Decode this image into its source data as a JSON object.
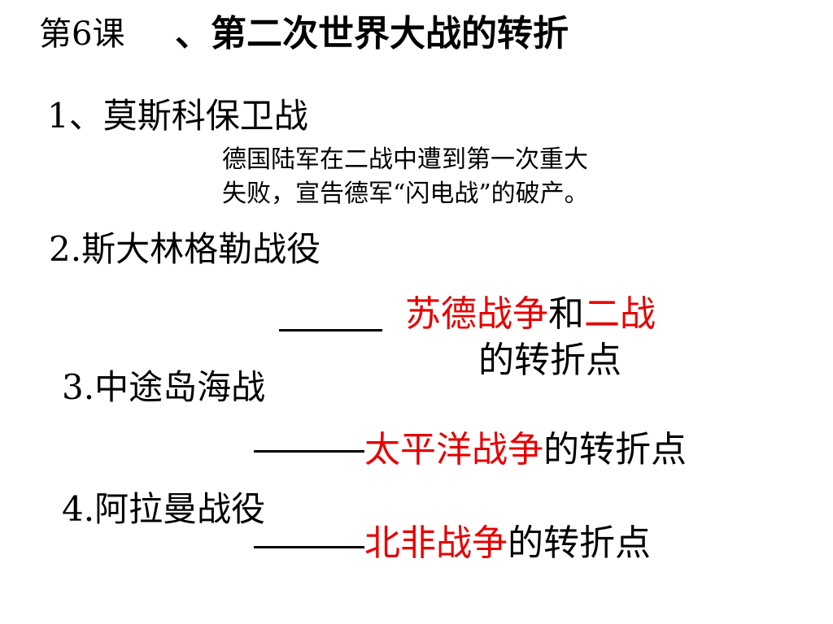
{
  "title": {
    "lesson": "第6课",
    "topic": "、第二次世界大战的转折"
  },
  "sections": [
    {
      "heading": "1、莫斯科保卫战",
      "note_line1": "德国陆军在二战中遭到第一次重大",
      "note_line2": "失败，宣告德军“闪电战”的破产。"
    },
    {
      "heading": "2.斯大林格勒战役",
      "result_red1": "苏德战争",
      "result_mid": "和",
      "result_red2": "二战",
      "result_line2": "的转折点"
    },
    {
      "heading": "3.中途岛海战",
      "result_red": "太平洋战争",
      "result_rest": "的转折点"
    },
    {
      "heading": "4.阿拉曼战役",
      "result_red": "北非战争",
      "result_rest": "的转折点"
    }
  ],
  "colors": {
    "text": "#000000",
    "highlight": "#e60000",
    "background": "#ffffff"
  }
}
